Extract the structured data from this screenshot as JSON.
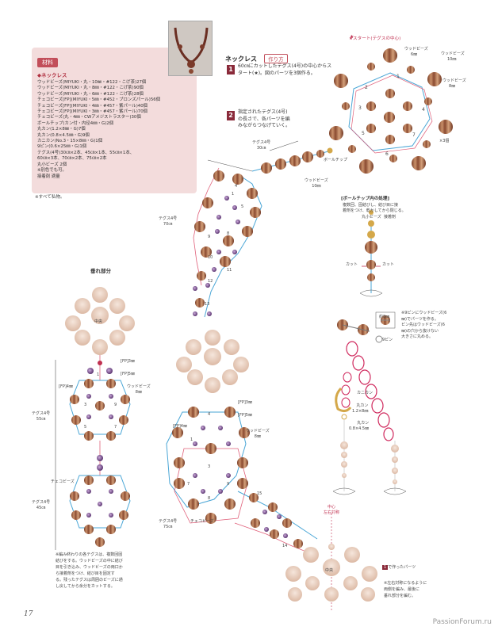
{
  "materials": {
    "tag": "材料",
    "heading": "◆ネックレス",
    "lines": [
      "ウッドビーズ(MIYUKI・丸・10㎜・#122・こげ茶)27個",
      "ウッドビーズ(MIYUKI・丸・8㎜・#122・こげ茶)90個",
      "ウッドビーズ(MIYUKI・丸・6㎜・#122・こげ茶)28個",
      "チェコビーズ[FP](MIYUKI・5㎜・#452・ブロンズパール)56個",
      "チェコビーズ[FP](MIYUKI・4㎜・#457・紫パール)40個",
      "チェコビーズ[FP](MIYUKI・3㎜・#457・紫パール)70個",
      "チェコビーズ(丸・4㎜・CWアメジストラスター)30個",
      "ボールチップ(カン付・内径4㎜・G)2個",
      "丸カン(1.2×8㎜・G)7個",
      "丸カン(0.8×4.5㎜・G)9個",
      "カニカン(No.3・15×8㎜・G)1個",
      "9ピン(0.6×25㎜・G)1個",
      "テグス(4号)30㎝×2本、45㎝×1本、55㎝×1本、",
      "60㎝×3本、70㎝×2本、75㎝×2本",
      "丸小ビーズ 2個",
      "※別色でも可。",
      "接着剤 適量"
    ],
    "note": "※すべて私物。"
  },
  "necklace": {
    "title": "ネックレス",
    "howto": "作り方",
    "step1_num": "1",
    "step1_text": [
      "60㎝にカットしたテグス(4号)の中心からス",
      "タート(★)。図のパーツを3個作る。"
    ],
    "step2_num": "2",
    "step2_text": [
      "指定されたテグス(4号)",
      "の長さで、各パーツを編",
      "みながらつなげていく。"
    ]
  },
  "flower_diagram": {
    "start_label": "★スタート(テグスの中心)",
    "wood6": "ウッドビーズ",
    "wood6_size": "6㎜",
    "wood10": "ウッドビーズ",
    "wood10_size": "10㎜",
    "wood8": "ウッドビーズ",
    "wood8_size": "8㎜",
    "times3": "×3個",
    "numbers": [
      "1",
      "2",
      "3",
      "4",
      "5",
      "6",
      "7"
    ]
  },
  "labels": {
    "tegusu30": "テグス4号",
    "tegusu30_len": "30㎝",
    "ball_tip": "ボールチップ",
    "wood10": "ウッドビーズ",
    "wood10_size": "10㎜",
    "tegusu70": "テグス4号",
    "tegusu70_len": "70㎝",
    "hang_title": "垂れ部分",
    "center": "中央",
    "fp3": "[FP]3㎜",
    "fp5": "[FP]5㎜",
    "fp4": "[FP]4㎜",
    "wood8": "ウッドビーズ",
    "wood8_size": "8㎜",
    "tegusu55": "テグス4号",
    "tegusu55_len": "55㎝",
    "tegusu45": "テグス4号",
    "tegusu45_len": "45㎝",
    "czech": "チェコビーズ",
    "tegusu75": "テグス4号",
    "tegusu75_len": "75㎝",
    "czech2": "チェコビーズ",
    "center_sym": "中心",
    "lr_sym": "左右対称",
    "center2": "中央",
    "made_in_1": "で作ったパーツ",
    "made_in_1_num": "1"
  },
  "ball_tip_box": {
    "title": "[ボールチップ内の処理]",
    "text": [
      "複数回、固結びし、結び目に接",
      "着剤をつけ、乾かしてから閉じる。"
    ],
    "round_small": "丸小ビーズ",
    "glue": "接着剤",
    "cut_left": "カット",
    "cut_right": "カット"
  },
  "pin_note": {
    "approx": "約8㎜",
    "pin": "9ピン",
    "text": [
      "※9ピンにウッドビーズ(6",
      "㎜)でパーツを作る。",
      "ピン先はウッドビーズ(6",
      "㎜)の穴から抜けない",
      "大きさに丸める。"
    ]
  },
  "clasp": {
    "kanikan": "カニカン",
    "ring_big": "丸カン",
    "ring_big_size": "1.2×8㎜",
    "ring_small": "丸カン",
    "ring_small_size": "0.8×4.5㎜"
  },
  "notes": {
    "left": [
      "※編み終わりの各テグスは、複数回固",
      "結びをする。ウッドビーズの中に結び",
      "目を引き込み、ウッドビーズの両口か",
      "ら接着剤をつけ、結び目を固定す",
      "る。残ったテグスは周囲のビーズに通",
      "し戻してから余分をカットする。"
    ],
    "right": [
      "※左右対称になるように",
      "両側を編み、最後に",
      "垂れ部分を編む。"
    ]
  },
  "footer": {
    "page": "17",
    "site": "PassionForum.ru"
  },
  "colors": {
    "wood": "#9b5a3a",
    "fp_purple": "#7a4a8a",
    "teguse_blue": "#4aa6d6",
    "ring_pink": "#d02a5e",
    "ghost": "#e6c9b6",
    "accent": "#c24e5a"
  }
}
